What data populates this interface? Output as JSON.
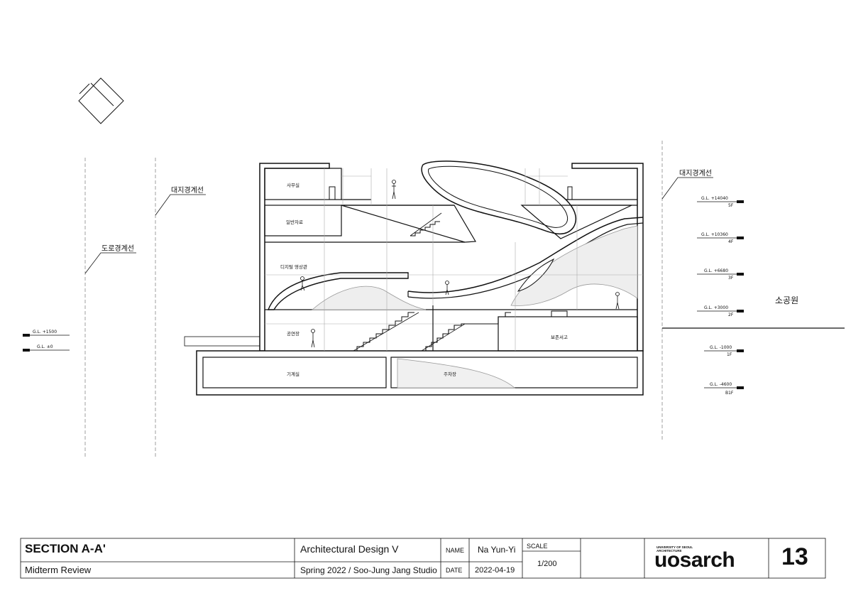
{
  "levels": [
    {
      "gl": "G.L. +14040",
      "floor": "5F"
    },
    {
      "gl": "G.L. +10360",
      "floor": "4F"
    },
    {
      "gl": "G.L. +6680",
      "floor": "3F"
    },
    {
      "gl": "G.L. +3000",
      "floor": "2F"
    },
    {
      "gl": "G.L. -1000",
      "floor": "1F"
    },
    {
      "gl": "G.L. -4600",
      "floor": "B1F"
    }
  ],
  "left_levels": [
    {
      "gl": "G.L. +1500"
    },
    {
      "gl": "G.L. ±0"
    }
  ],
  "boundary_labels": {
    "site_boundary_left": "대지경계선",
    "road_boundary": "도로경계선",
    "site_boundary_right": "대지경계선",
    "small_park": "소공원"
  },
  "rooms": {
    "office": "사무실",
    "general_archive": "일반자료",
    "digital_theater": "디지털 영상관",
    "performance_hall": "공연장",
    "preservation_stack": "보존서고",
    "machine_room": "기계실",
    "parking": "주차장"
  },
  "title_block": {
    "title": "SECTION A-A'",
    "subtitle": "Midterm Review",
    "course": "Architectural Design V",
    "studio": "Spring 2022 / Soo-Jung Jang Studio",
    "name_label": "NAME",
    "name_value": "Na Yun-Yi",
    "date_label": "DATE",
    "date_value": "2022-04-19",
    "scale_label": "SCALE",
    "scale_value": "1/200",
    "logo": "uosarch",
    "logo_caption": "UNIVERSITY OF SEOUL ARCHITECTURE",
    "sheet_number": "13"
  }
}
